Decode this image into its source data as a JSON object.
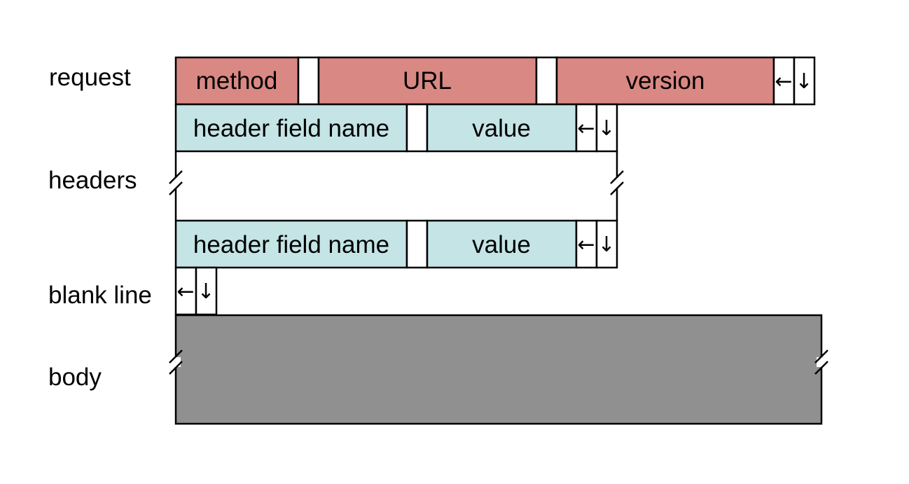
{
  "colors": {
    "request_fill": "#d98883",
    "header_fill": "#c4e4e6",
    "body_fill": "#909090",
    "stroke": "#000000",
    "background": "#ffffff"
  },
  "labels": {
    "request": "request",
    "headers": "headers",
    "blank_line": "blank line",
    "body": "body"
  },
  "request_line": {
    "method": "method",
    "url": "URL",
    "version": "version"
  },
  "header_lines": [
    {
      "name": "header field name",
      "value": "value"
    },
    {
      "name": "header field name",
      "value": "value"
    }
  ],
  "crlf": {
    "cr": "←",
    "lf": "↓"
  }
}
